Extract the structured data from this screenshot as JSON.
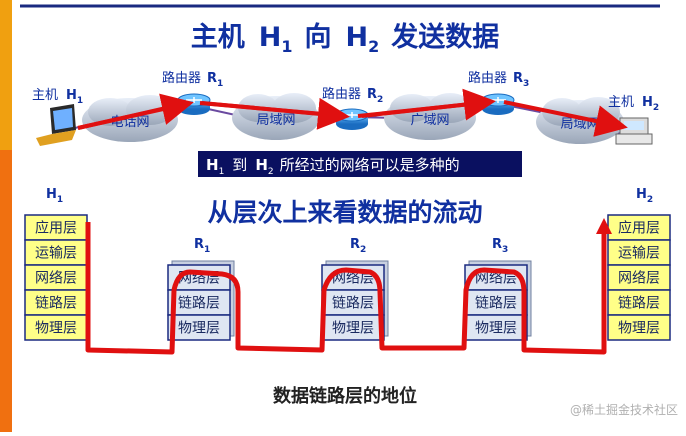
{
  "title": {
    "main": "主机",
    "h1": "H",
    "h1_sub": "1",
    "mid": "向",
    "h2": "H",
    "h2_sub": "2",
    "tail": "发送数据"
  },
  "top_network": {
    "host_label": "主机",
    "h1": "H",
    "h1_sub": "1",
    "h2": "H",
    "h2_sub": "2",
    "router_label": "路由器",
    "r1": "R",
    "r1_sub": "1",
    "r2": "R",
    "r2_sub": "2",
    "r3": "R",
    "r3_sub": "3",
    "clouds": [
      "电话网",
      "局域网",
      "广域网",
      "局域网"
    ]
  },
  "banner": {
    "h": "H",
    "h_sub": "1",
    "to": "到",
    "h2": "H",
    "h2_sub": "2",
    "text": "所经过的网络可以是多种的"
  },
  "subtitle": "从层次上来看数据的流动",
  "stack_labels": {
    "h1": "H",
    "h1_sub": "1",
    "h2": "H",
    "h2_sub": "2",
    "r1": "R",
    "r1_sub": "1",
    "r2": "R",
    "r2_sub": "2",
    "r3": "R",
    "r3_sub": "3"
  },
  "host_layers": [
    "应用层",
    "运输层",
    "网络层",
    "链路层",
    "物理层"
  ],
  "router_layers": [
    "网络层",
    "链路层",
    "物理层"
  ],
  "caption": "数据链路层的地位",
  "watermark": "@稀土掘金技术社区",
  "colors": {
    "title": "#1030a0",
    "arrow": "#e01010",
    "banner_bg": "#0a1060",
    "layer_fill": "#ffff88",
    "left_bar_top": "#f0a010",
    "left_bar_bottom": "#f07010"
  }
}
